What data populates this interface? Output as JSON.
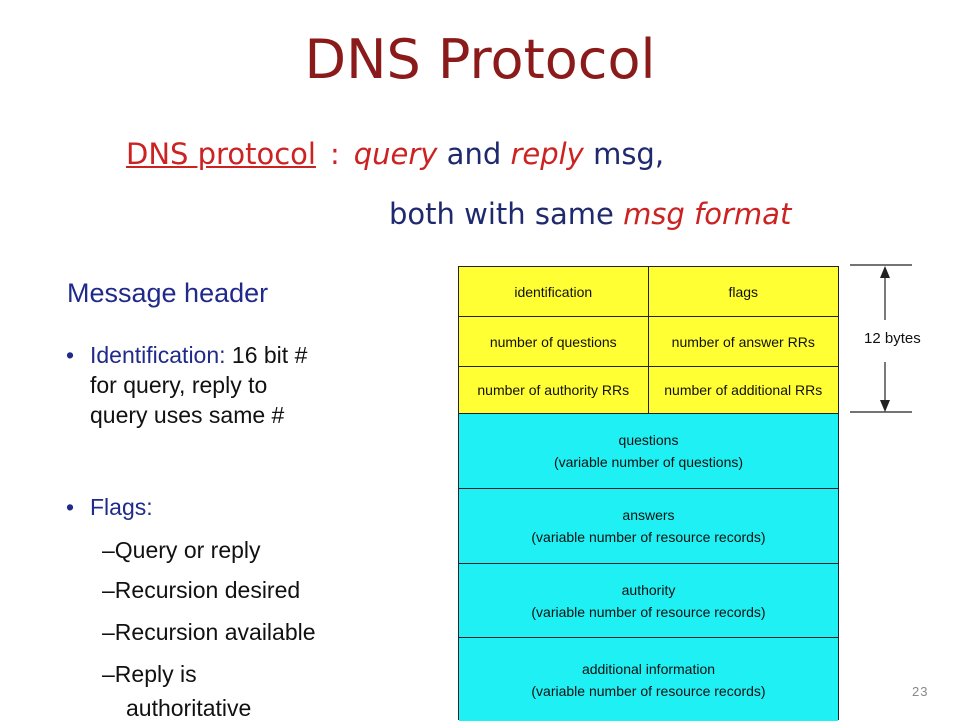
{
  "slide": {
    "title": "DNS Protocol",
    "page_number": "23"
  },
  "subtitle": {
    "line1": {
      "term": "DNS protocol",
      "colon": ":",
      "query": "query",
      "and": "and",
      "reply": "reply",
      "rest": "msg,"
    },
    "line2": {
      "prefix": "both with same",
      "emph": "msg format"
    }
  },
  "left": {
    "heading": "Message header",
    "bullets": [
      {
        "label": "Identification:",
        "lines": [
          "16 bit #",
          "for query, reply to",
          "query uses same #"
        ]
      },
      {
        "label": "Flags:",
        "sub_items": [
          "Query or reply",
          "Recursion desired",
          "Recursion available",
          "Reply is",
          "authoritative"
        ]
      }
    ]
  },
  "diagram": {
    "header_rows": [
      {
        "left": "identification",
        "right": "flags"
      },
      {
        "left": "number of questions",
        "right": "number of answer RRs"
      },
      {
        "left": "number of authority RRs",
        "right": "number of additional RRs"
      }
    ],
    "sections": [
      {
        "name": "questions",
        "desc": "(variable number of questions)"
      },
      {
        "name": "answers",
        "desc": "(variable number of resource records)"
      },
      {
        "name": "authority",
        "desc": "(variable number of resource  records)"
      },
      {
        "name": "additional information",
        "desc": "(variable number of resource records)"
      }
    ],
    "size_label": "12 bytes",
    "colors": {
      "header_fill": "#ffff33",
      "section_fill": "#1ff0f3"
    }
  }
}
